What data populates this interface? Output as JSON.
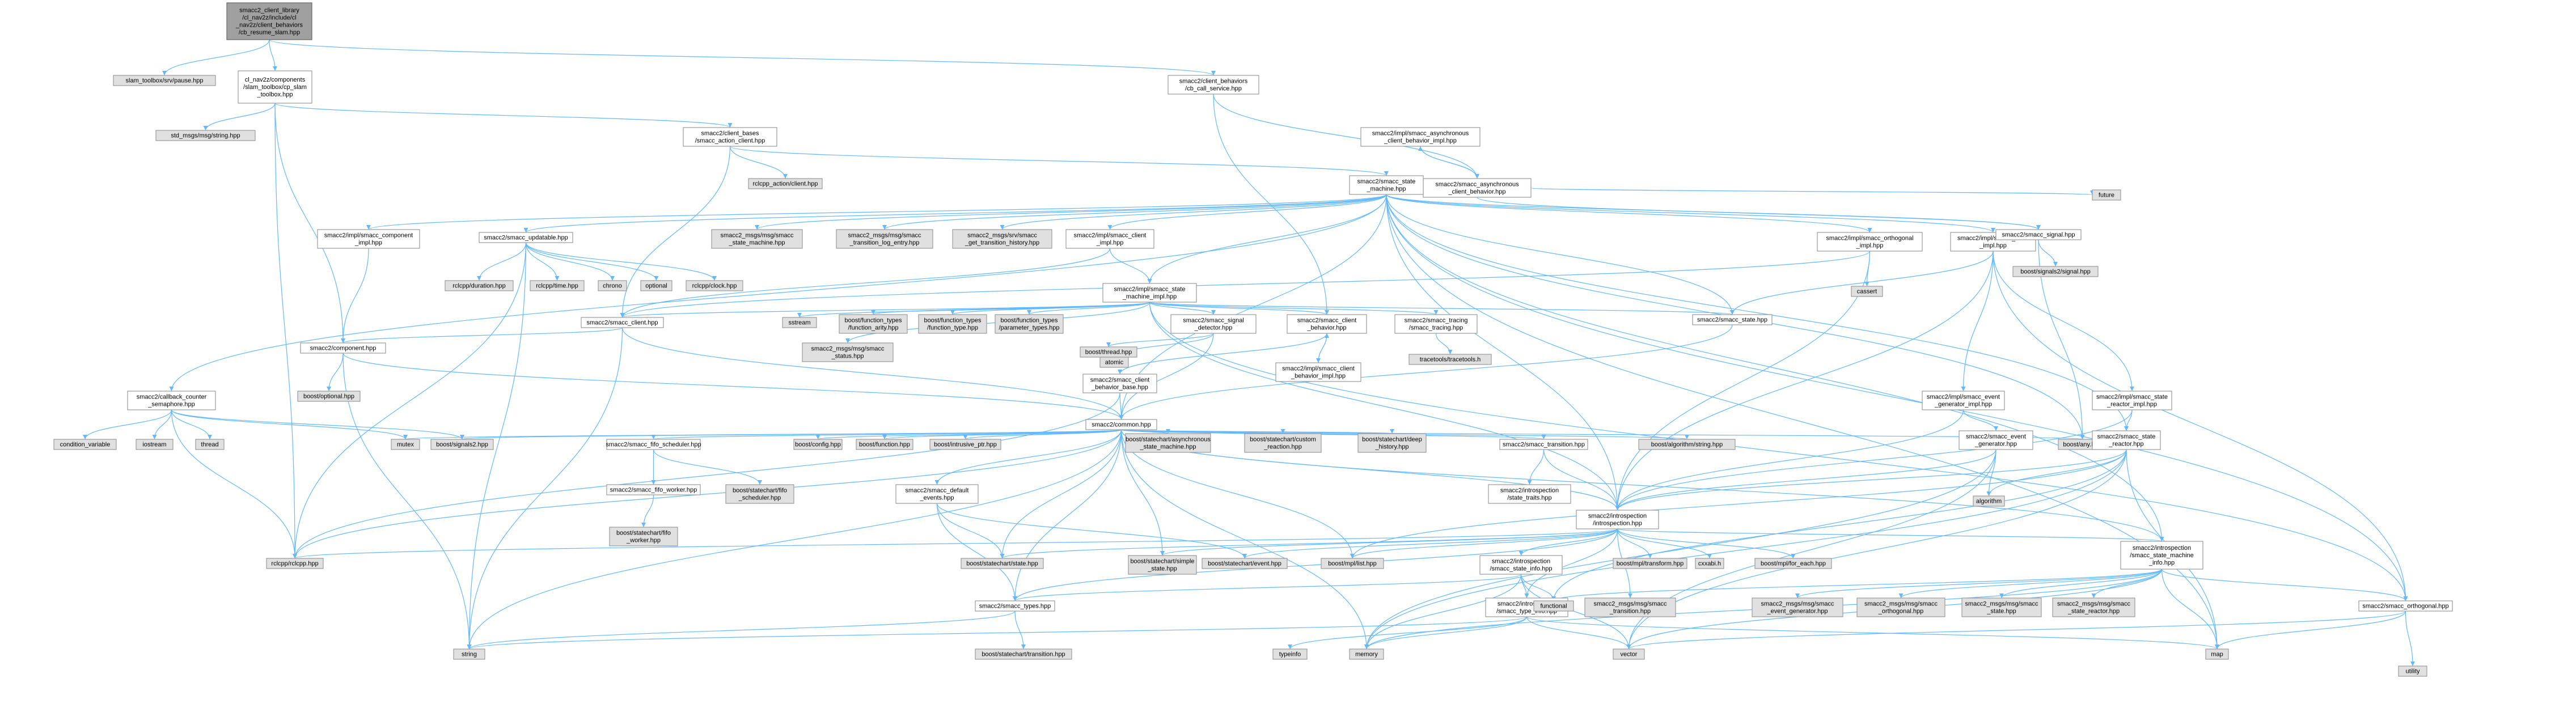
{
  "diagram": {
    "colors": {
      "edge": "#63b8ff",
      "node_border": "#999999",
      "documented_fill": "#ffffff",
      "undocumented_fill": "#e0e0e0",
      "root_fill": "#a0a0a0"
    },
    "nodes": [
      {
        "id": "root",
        "lines": [
          "smacc2_client_library",
          "/cl_nav2z/include/cl",
          "_nav2z/client_behaviors",
          "/cb_resume_slam.hpp"
        ],
        "kind": "root"
      },
      {
        "id": "n_pause",
        "lines": [
          "slam_toolbox/srv/pause.hpp"
        ],
        "kind": "gray"
      },
      {
        "id": "n_cpslam",
        "lines": [
          "cl_nav2z/components",
          "/slam_toolbox/cp_slam",
          "_toolbox.hpp"
        ],
        "kind": "white"
      },
      {
        "id": "n_cbcall",
        "lines": [
          "smacc2/client_behaviors",
          "/cb_call_service.hpp"
        ],
        "kind": "white"
      },
      {
        "id": "n_stdstr",
        "lines": [
          "std_msgs/msg/string.hpp"
        ],
        "kind": "gray"
      },
      {
        "id": "n_asyncimpl",
        "lines": [
          "smacc2/impl/smacc_asynchronous",
          "_client_behavior_impl.hpp"
        ],
        "kind": "white"
      },
      {
        "id": "n_asyncbeh",
        "lines": [
          "smacc2/smacc_asynchronous",
          "_client_behavior.hpp"
        ],
        "kind": "white"
      },
      {
        "id": "n_actclient",
        "lines": [
          "smacc2/client_bases",
          "/smacc_action_client.hpp"
        ],
        "kind": "white"
      },
      {
        "id": "n_rclaction",
        "lines": [
          "rclcpp_action/client.hpp"
        ],
        "kind": "gray"
      },
      {
        "id": "n_sm",
        "lines": [
          "smacc2/smacc_state",
          "_machine.hpp"
        ],
        "kind": "white"
      },
      {
        "id": "n_future",
        "lines": [
          "future"
        ],
        "kind": "gray"
      },
      {
        "id": "n_compimpl",
        "lines": [
          "smacc2/impl/smacc_component",
          "_impl.hpp"
        ],
        "kind": "white"
      },
      {
        "id": "n_updatable",
        "lines": [
          "smacc2/smacc_updatable.hpp"
        ],
        "kind": "white"
      },
      {
        "id": "n_msgsm",
        "lines": [
          "smacc2_msgs/msg/smacc",
          "_state_machine.hpp"
        ],
        "kind": "gray"
      },
      {
        "id": "n_msglog",
        "lines": [
          "smacc2_msgs/msg/smacc",
          "_transition_log_entry.hpp"
        ],
        "kind": "gray"
      },
      {
        "id": "n_srvhist",
        "lines": [
          "smacc2_msgs/srv/smacc",
          "_get_transition_history.hpp"
        ],
        "kind": "gray"
      },
      {
        "id": "n_clientimpl",
        "lines": [
          "smacc2/impl/smacc_client",
          "_impl.hpp"
        ],
        "kind": "white"
      },
      {
        "id": "n_orthimpl",
        "lines": [
          "smacc2/impl/smacc_orthogonal",
          "_impl.hpp"
        ],
        "kind": "white"
      },
      {
        "id": "n_stateimpl",
        "lines": [
          "smacc2/impl/smacc_state",
          "_impl.hpp"
        ],
        "kind": "white"
      },
      {
        "id": "n_signal",
        "lines": [
          "smacc2/smacc_signal.hpp"
        ],
        "kind": "white"
      },
      {
        "id": "n_bsignals2sig",
        "lines": [
          "boost/signals2/signal.hpp"
        ],
        "kind": "gray"
      },
      {
        "id": "n_rcldur",
        "lines": [
          "rclcpp/duration.hpp"
        ],
        "kind": "gray"
      },
      {
        "id": "n_rcltime",
        "lines": [
          "rclcpp/time.hpp"
        ],
        "kind": "gray"
      },
      {
        "id": "n_chrono",
        "lines": [
          "chrono"
        ],
        "kind": "gray"
      },
      {
        "id": "n_optional",
        "lines": [
          "optional"
        ],
        "kind": "gray"
      },
      {
        "id": "n_rclclock",
        "lines": [
          "rclcpp/clock.hpp"
        ],
        "kind": "gray"
      },
      {
        "id": "n_smimpl",
        "lines": [
          "smacc2/impl/smacc_state",
          "_machine_impl.hpp"
        ],
        "kind": "white"
      },
      {
        "id": "n_cassert",
        "lines": [
          "cassert"
        ],
        "kind": "gray"
      },
      {
        "id": "n_client",
        "lines": [
          "smacc2/smacc_client.hpp"
        ],
        "kind": "white"
      },
      {
        "id": "n_sstream",
        "lines": [
          "sstream"
        ],
        "kind": "gray"
      },
      {
        "id": "n_ftarity",
        "lines": [
          "boost/function_types",
          "/function_arity.hpp"
        ],
        "kind": "gray"
      },
      {
        "id": "n_fttype",
        "lines": [
          "boost/function_types",
          "/function_type.hpp"
        ],
        "kind": "gray"
      },
      {
        "id": "n_ftparam",
        "lines": [
          "boost/function_types",
          "/parameter_types.hpp"
        ],
        "kind": "gray"
      },
      {
        "id": "n_sigdet",
        "lines": [
          "smacc2/smacc_signal",
          "_detector.hpp"
        ],
        "kind": "white"
      },
      {
        "id": "n_cbeh",
        "lines": [
          "smacc2/smacc_client",
          "_behavior.hpp"
        ],
        "kind": "white"
      },
      {
        "id": "n_tracing",
        "lines": [
          "smacc2/smacc_tracing",
          "/smacc_tracing.hpp"
        ],
        "kind": "white"
      },
      {
        "id": "n_state",
        "lines": [
          "smacc2/smacc_state.hpp"
        ],
        "kind": "white"
      },
      {
        "id": "n_component",
        "lines": [
          "smacc2/component.hpp"
        ],
        "kind": "white"
      },
      {
        "id": "n_msgstatus",
        "lines": [
          "smacc2_msgs/msg/smacc",
          "_status.hpp"
        ],
        "kind": "gray"
      },
      {
        "id": "n_atomic",
        "lines": [
          "atomic"
        ],
        "kind": "gray"
      },
      {
        "id": "n_bthread",
        "lines": [
          "boost/thread.hpp"
        ],
        "kind": "gray"
      },
      {
        "id": "n_cbehimpl",
        "lines": [
          "smacc2/impl/smacc_client",
          "_behavior_impl.hpp"
        ],
        "kind": "white"
      },
      {
        "id": "n_tracepoint",
        "lines": [
          "tracetools/tracetools.h"
        ],
        "kind": "gray"
      },
      {
        "id": "n_cbbase",
        "lines": [
          "smacc2/smacc_client",
          "_behavior_base.hpp"
        ],
        "kind": "white"
      },
      {
        "id": "n_boptional",
        "lines": [
          "boost/optional.hpp"
        ],
        "kind": "gray"
      },
      {
        "id": "n_cbsem",
        "lines": [
          "smacc2/callback_counter",
          "_semaphore.hpp"
        ],
        "kind": "white"
      },
      {
        "id": "n_common",
        "lines": [
          "smacc2/common.hpp"
        ],
        "kind": "white"
      },
      {
        "id": "n_evgenimpl",
        "lines": [
          "smacc2/impl/smacc_event",
          "_generator_impl.hpp"
        ],
        "kind": "white"
      },
      {
        "id": "n_srimpl",
        "lines": [
          "smacc2/impl/smacc_state",
          "_reactor_impl.hpp"
        ],
        "kind": "white"
      },
      {
        "id": "n_condvar",
        "lines": [
          "condition_variable"
        ],
        "kind": "gray"
      },
      {
        "id": "n_iostream",
        "lines": [
          "iostream"
        ],
        "kind": "gray"
      },
      {
        "id": "n_thread",
        "lines": [
          "thread"
        ],
        "kind": "gray"
      },
      {
        "id": "n_mutex",
        "lines": [
          "mutex"
        ],
        "kind": "gray"
      },
      {
        "id": "n_bsignals2",
        "lines": [
          "boost/signals2.hpp"
        ],
        "kind": "gray"
      },
      {
        "id": "n_fifosched",
        "lines": [
          "smacc2/smacc_fifo_scheduler.hpp"
        ],
        "kind": "white"
      },
      {
        "id": "n_bconfig",
        "lines": [
          "boost/config.hpp"
        ],
        "kind": "gray"
      },
      {
        "id": "n_bfunction",
        "lines": [
          "boost/function.hpp"
        ],
        "kind": "gray"
      },
      {
        "id": "n_bintrusive",
        "lines": [
          "boost/intrusive_ptr.hpp"
        ],
        "kind": "gray"
      },
      {
        "id": "n_bscasync",
        "lines": [
          "boost/statechart/asynchronous",
          "_state_machine.hpp"
        ],
        "kind": "gray"
      },
      {
        "id": "n_bsccustom",
        "lines": [
          "boost/statechart/custom",
          "_reaction.hpp"
        ],
        "kind": "gray"
      },
      {
        "id": "n_bscdeep",
        "lines": [
          "boost/statechart/deep",
          "_history.hpp"
        ],
        "kind": "gray"
      },
      {
        "id": "n_transition",
        "lines": [
          "smacc2/smacc_transition.hpp"
        ],
        "kind": "white"
      },
      {
        "id": "n_balgostr",
        "lines": [
          "boost/algorithm/string.hpp"
        ],
        "kind": "gray"
      },
      {
        "id": "n_bany",
        "lines": [
          "boost/any.hpp"
        ],
        "kind": "gray"
      },
      {
        "id": "n_evgen",
        "lines": [
          "smacc2/smacc_event",
          "_generator.hpp"
        ],
        "kind": "white"
      },
      {
        "id": "n_sreactor",
        "lines": [
          "smacc2/smacc_state",
          "_reactor.hpp"
        ],
        "kind": "white"
      },
      {
        "id": "n_fifoworker",
        "lines": [
          "smacc2/smacc_fifo_worker.hpp"
        ],
        "kind": "white"
      },
      {
        "id": "n_bscfifosched",
        "lines": [
          "boost/statechart/fifo",
          "_scheduler.hpp"
        ],
        "kind": "gray"
      },
      {
        "id": "n_defevents",
        "lines": [
          "smacc2/smacc_default",
          "_events.hpp"
        ],
        "kind": "white"
      },
      {
        "id": "n_sttraits",
        "lines": [
          "smacc2/introspection",
          "/state_traits.hpp"
        ],
        "kind": "white"
      },
      {
        "id": "n_introspect",
        "lines": [
          "smacc2/introspection",
          "/introspection.hpp"
        ],
        "kind": "white"
      },
      {
        "id": "n_algorithm",
        "lines": [
          "algorithm"
        ],
        "kind": "gray"
      },
      {
        "id": "n_bscfifoworker",
        "lines": [
          "boost/statechart/fifo",
          "_worker.hpp"
        ],
        "kind": "gray"
      },
      {
        "id": "n_rclcpp",
        "lines": [
          "rclcpp/rclcpp.hpp"
        ],
        "kind": "gray"
      },
      {
        "id": "n_bscstate",
        "lines": [
          "boost/statechart/state.hpp"
        ],
        "kind": "gray"
      },
      {
        "id": "n_bscsimple",
        "lines": [
          "boost/statechart/simple",
          "_state.hpp"
        ],
        "kind": "gray"
      },
      {
        "id": "n_bscevent",
        "lines": [
          "boost/statechart/event.hpp"
        ],
        "kind": "gray"
      },
      {
        "id": "n_bmpllist",
        "lines": [
          "boost/mpl/list.hpp"
        ],
        "kind": "gray"
      },
      {
        "id": "n_sminfo",
        "lines": [
          "smacc2/introspection",
          "/smacc_state_info.hpp"
        ],
        "kind": "white"
      },
      {
        "id": "n_bmpltransform",
        "lines": [
          "boost/mpl/transform.hpp"
        ],
        "kind": "gray"
      },
      {
        "id": "n_cxxabi",
        "lines": [
          "cxxabi.h"
        ],
        "kind": "gray"
      },
      {
        "id": "n_bmplforeach",
        "lines": [
          "boost/mpl/for_each.hpp"
        ],
        "kind": "gray"
      },
      {
        "id": "n_smminfo",
        "lines": [
          "smacc2/introspection",
          "/smacc_state_machine",
          "_info.hpp"
        ],
        "kind": "white"
      },
      {
        "id": "n_types",
        "lines": [
          "smacc2/smacc_types.hpp"
        ],
        "kind": "white"
      },
      {
        "id": "n_typeinfo",
        "lines": [
          "smacc2/introspection",
          "/smacc_type_info.hpp"
        ],
        "kind": "white"
      },
      {
        "id": "n_functional",
        "lines": [
          "functional"
        ],
        "kind": "gray"
      },
      {
        "id": "n_msgtrans",
        "lines": [
          "smacc2_msgs/msg/smacc",
          "_transition.hpp"
        ],
        "kind": "gray"
      },
      {
        "id": "n_msgevgen",
        "lines": [
          "smacc2_msgs/msg/smacc",
          "_event_generator.hpp"
        ],
        "kind": "gray"
      },
      {
        "id": "n_msgorth",
        "lines": [
          "smacc2_msgs/msg/smacc",
          "_orthogonal.hpp"
        ],
        "kind": "gray"
      },
      {
        "id": "n_msgstate",
        "lines": [
          "smacc2_msgs/msg/smacc",
          "_state.hpp"
        ],
        "kind": "gray"
      },
      {
        "id": "n_msgsr",
        "lines": [
          "smacc2_msgs/msg/smacc",
          "_state_reactor.hpp"
        ],
        "kind": "gray"
      },
      {
        "id": "n_orthogonal",
        "lines": [
          "smacc2/smacc_orthogonal.hpp"
        ],
        "kind": "white"
      },
      {
        "id": "n_string",
        "lines": [
          "string"
        ],
        "kind": "gray"
      },
      {
        "id": "n_bsctrans",
        "lines": [
          "boost/statechart/transition.hpp"
        ],
        "kind": "gray"
      },
      {
        "id": "n_typeinfo_std",
        "lines": [
          "typeinfo"
        ],
        "kind": "gray"
      },
      {
        "id": "n_memory",
        "lines": [
          "memory"
        ],
        "kind": "gray"
      },
      {
        "id": "n_vector",
        "lines": [
          "vector"
        ],
        "kind": "gray"
      },
      {
        "id": "n_map",
        "lines": [
          "map"
        ],
        "kind": "gray"
      },
      {
        "id": "n_utility",
        "lines": [
          "utility"
        ],
        "kind": "gray"
      }
    ]
  }
}
